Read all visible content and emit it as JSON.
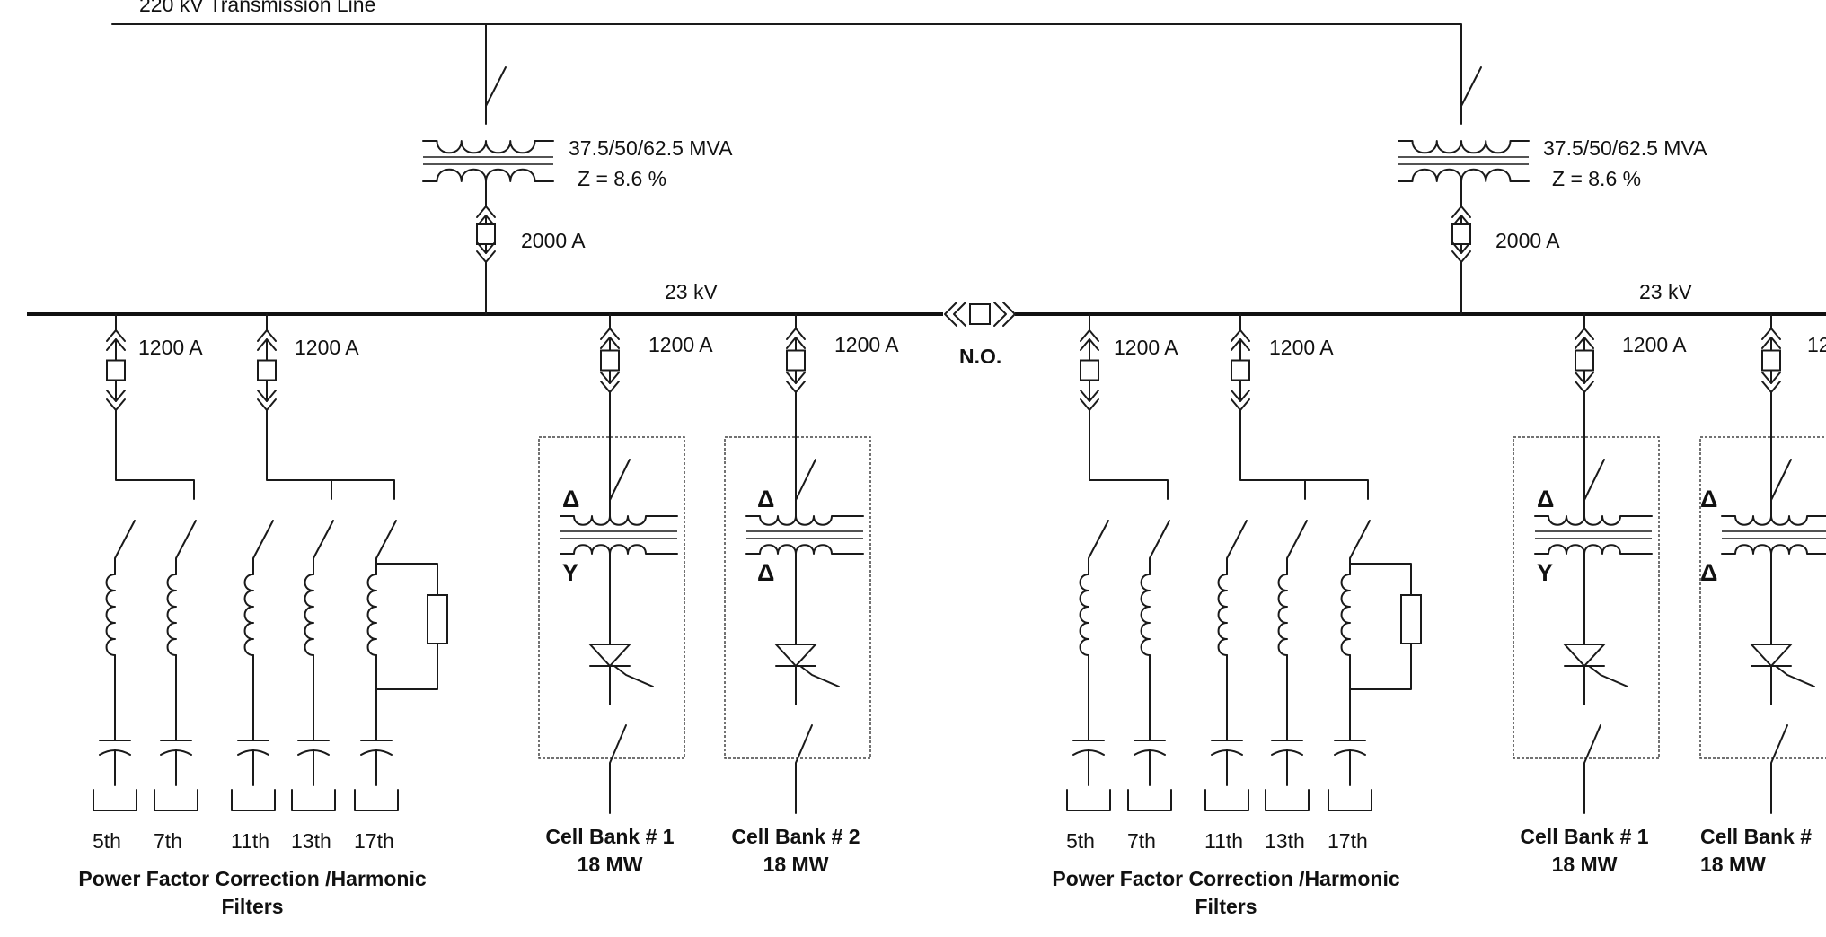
{
  "title": "220 kV Transmission Line",
  "bus_voltage": "23 kV",
  "tie_label": "N.O.",
  "transformer": {
    "rating": "37.5/50/62.5 MVA",
    "impedance": "Z = 8.6 %",
    "breaker": "2000 A"
  },
  "feeder_breaker": "1200 A",
  "filter_orders": [
    "5th",
    "7th",
    "11th",
    "13th",
    "17th"
  ],
  "filter_group_line1": "Power Factor Correction /Harmonic",
  "filter_group_line2": "Filters",
  "cell_banks": [
    {
      "name": "Cell Bank # 1",
      "power": "18 MW",
      "primary": "Δ",
      "secondary": "Y"
    },
    {
      "name": "Cell Bank # 2",
      "power": "18 MW",
      "primary": "Δ",
      "secondary": "Δ"
    }
  ],
  "right_half": {
    "cell_banks": [
      {
        "name": "Cell Bank # 1",
        "power": "18 MW",
        "primary": "Δ",
        "secondary": "Y"
      },
      {
        "name": "Cell Bank #",
        "power": "18 MW",
        "primary": "Δ",
        "secondary": "Δ"
      }
    ],
    "partial_breaker_label": "12"
  }
}
